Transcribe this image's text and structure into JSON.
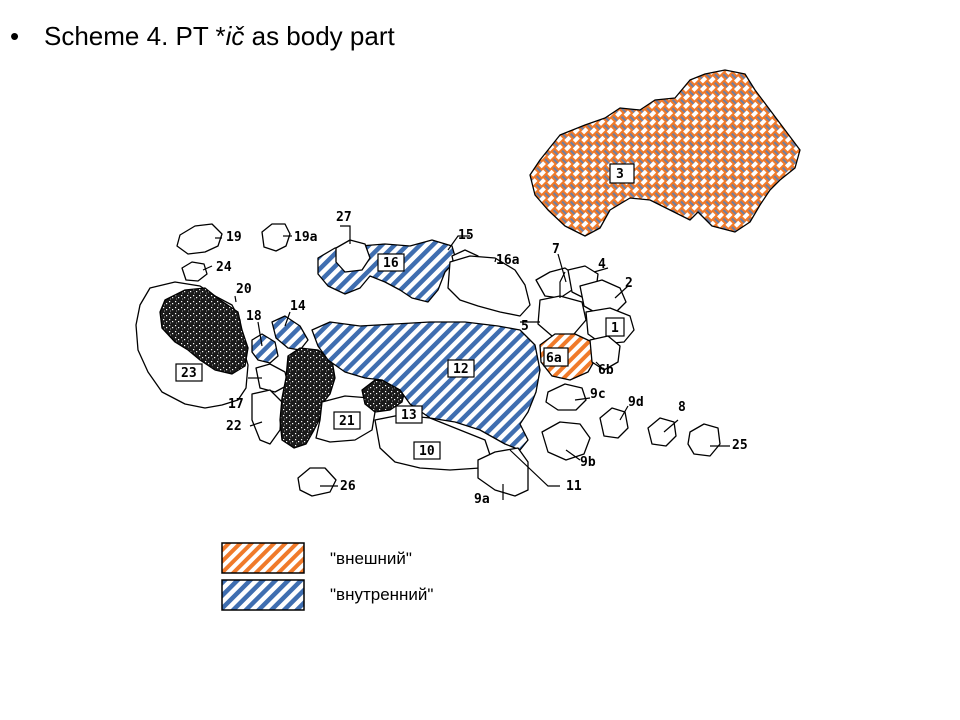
{
  "heading": {
    "bullet": "•",
    "prefix": "Scheme 4. PT *",
    "italic": "ič",
    "suffix": " as body part"
  },
  "legend": [
    {
      "label": "\"внешний\"",
      "pattern": "orange-hatch",
      "color": "#f07a2a"
    },
    {
      "label": "\"внутренний\"",
      "pattern": "blue-hatch",
      "color": "#3f6eb0"
    }
  ],
  "colors": {
    "orange": "#f07a2a",
    "blue": "#3f6eb0",
    "black": "#1a1a1a",
    "outline": "#000000"
  },
  "regions": [
    {
      "id": "3",
      "fill": "orange-weave",
      "boxed": true
    },
    {
      "id": "16",
      "fill": "blue-hatch",
      "boxed": true
    },
    {
      "id": "12",
      "fill": "blue-hatch",
      "boxed": true
    },
    {
      "id": "14",
      "fill": "blue-hatch",
      "boxed": false
    },
    {
      "id": "18",
      "fill": "blue-hatch",
      "boxed": false
    },
    {
      "id": "6a",
      "fill": "orange-hatch",
      "boxed": true
    },
    {
      "id": "20",
      "fill": "black-speckle",
      "boxed": false
    },
    {
      "id": "13",
      "fill": "black-speckle",
      "boxed": true
    },
    {
      "id": "21",
      "fill": "black-speckle",
      "boxed": true
    },
    {
      "id": "10",
      "fill": "plain",
      "boxed": true
    },
    {
      "id": "23",
      "fill": "plain",
      "boxed": true
    },
    {
      "id": "1",
      "fill": "plain",
      "boxed": true
    },
    {
      "id": "2",
      "fill": "plain",
      "boxed": false
    },
    {
      "id": "4",
      "fill": "plain",
      "boxed": false
    },
    {
      "id": "5",
      "fill": "plain",
      "boxed": false
    },
    {
      "id": "6b",
      "fill": "plain",
      "boxed": false
    },
    {
      "id": "7",
      "fill": "plain",
      "boxed": false
    },
    {
      "id": "8",
      "fill": "plain",
      "boxed": false
    },
    {
      "id": "9a",
      "fill": "plain",
      "boxed": false
    },
    {
      "id": "9b",
      "fill": "plain",
      "boxed": false
    },
    {
      "id": "9c",
      "fill": "plain",
      "boxed": false
    },
    {
      "id": "9d",
      "fill": "plain",
      "boxed": false
    },
    {
      "id": "11",
      "fill": "plain",
      "boxed": false
    },
    {
      "id": "15",
      "fill": "plain",
      "boxed": false
    },
    {
      "id": "16a",
      "fill": "plain",
      "boxed": false
    },
    {
      "id": "17",
      "fill": "plain",
      "boxed": false
    },
    {
      "id": "19",
      "fill": "plain",
      "boxed": false
    },
    {
      "id": "19a",
      "fill": "plain",
      "boxed": false
    },
    {
      "id": "22",
      "fill": "plain",
      "boxed": false
    },
    {
      "id": "24",
      "fill": "plain",
      "boxed": false
    },
    {
      "id": "25",
      "fill": "plain",
      "boxed": false
    },
    {
      "id": "26",
      "fill": "plain",
      "boxed": false
    },
    {
      "id": "27",
      "fill": "plain",
      "boxed": false
    }
  ]
}
